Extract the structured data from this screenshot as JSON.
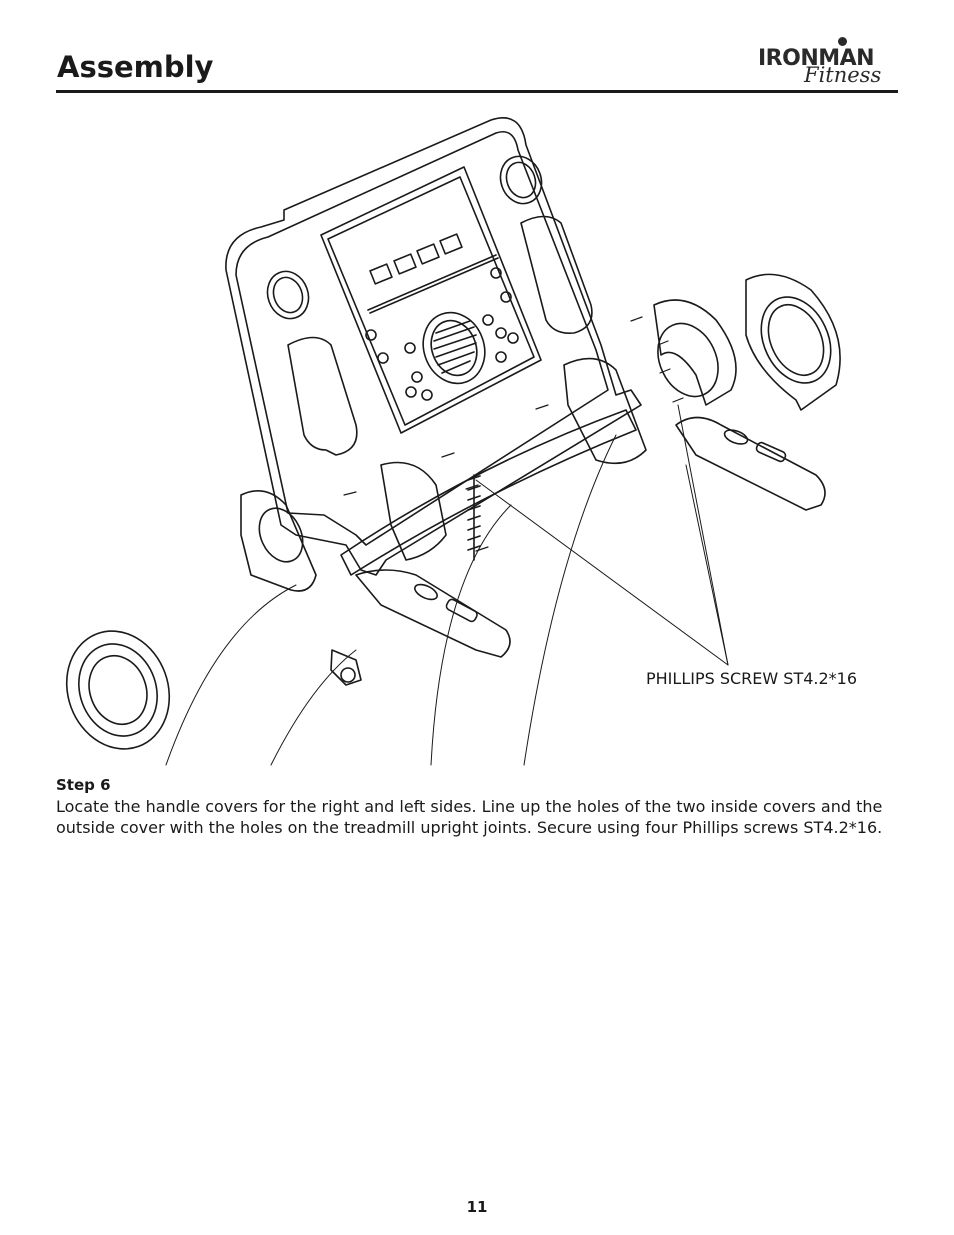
{
  "header": {
    "title": "Assembly"
  },
  "logo": {
    "brand": "IRONMAN",
    "script": "Fitness"
  },
  "figure": {
    "callout": "PHILLIPS SCREW ST4.2*16"
  },
  "step": {
    "heading": "Step 6",
    "body": "Locate the handle covers for the right and left sides.  Line up the holes of the two inside covers and the outside cover with the holes on the treadmill upright joints.  Secure using four Phillips screws ST4.2*16."
  },
  "footer": {
    "page_number": "11"
  }
}
